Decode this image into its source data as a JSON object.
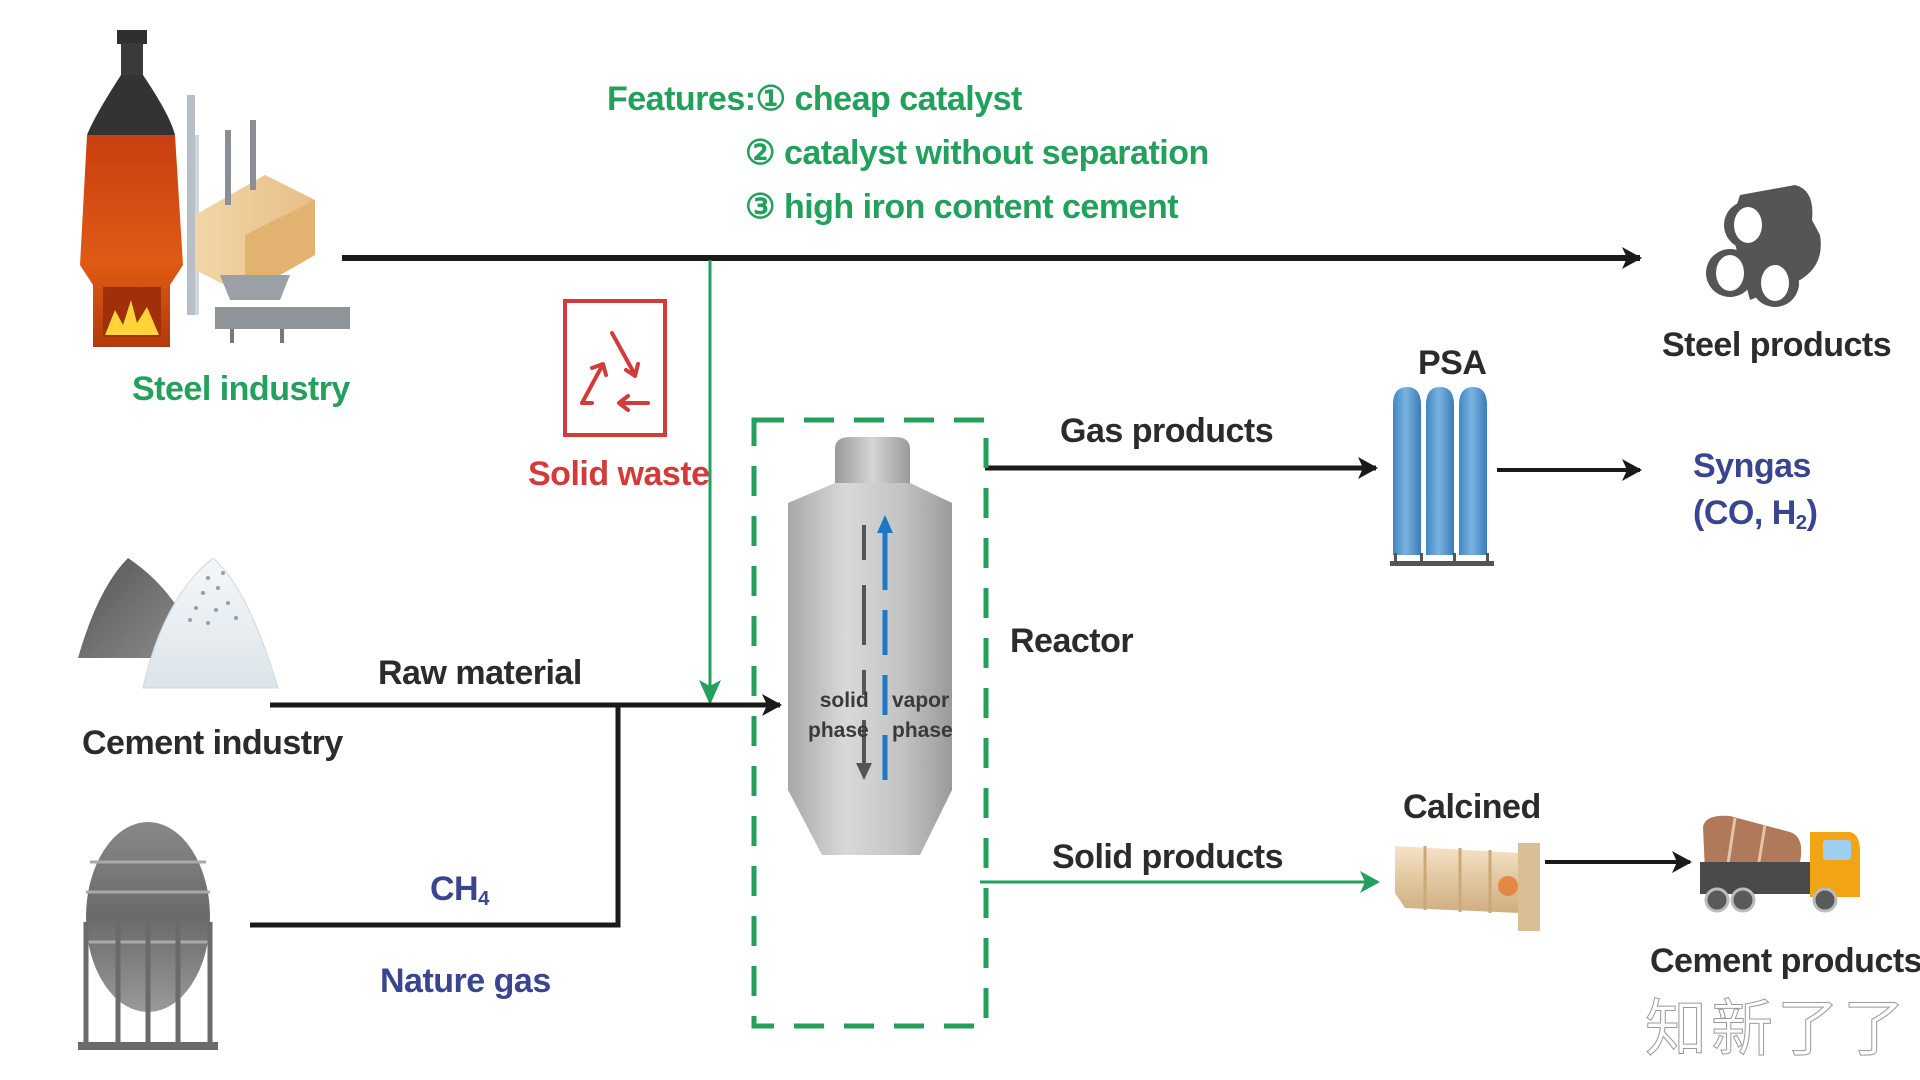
{
  "features": {
    "heading": "Features:",
    "items": [
      {
        "marker": "①",
        "text": "cheap catalyst"
      },
      {
        "marker": "②",
        "text": "catalyst without separation"
      },
      {
        "marker": "③",
        "text": "high iron content cement"
      }
    ]
  },
  "inputs": {
    "steel": {
      "label": "Steel industry",
      "icon": "blast-furnace-icon"
    },
    "cement": {
      "label": "Cement industry",
      "icon": "cement-piles-icon"
    },
    "gas": {
      "label": "Nature gas",
      "formula_base": "CH",
      "formula_sub": "4",
      "icon": "gas-tank-icon"
    }
  },
  "solid_waste": {
    "label": "Solid waste",
    "icon": "recycle-icon"
  },
  "flows": {
    "raw_material": "Raw material",
    "gas_products": "Gas products",
    "solid_products": "Solid products"
  },
  "reactor": {
    "label": "Reactor",
    "solid_phase": [
      "solid",
      "phase"
    ],
    "vapor_phase": [
      "vapor",
      "phase"
    ]
  },
  "outputs": {
    "steel_products": "Steel products",
    "psa": "PSA",
    "syngas": {
      "line1": "Syngas",
      "line2_prefix": "(CO, H",
      "line2_sub": "2",
      "line2_suffix": ")"
    },
    "calcined": "Calcined",
    "cement_products": "Cement products"
  },
  "colors": {
    "green": "#22a05c",
    "navy": "#3a4590",
    "red": "#d33a3a",
    "arrow": "#1a1a1a",
    "vapor_arrow": "#1e78c8"
  },
  "watermark": "知新了了"
}
